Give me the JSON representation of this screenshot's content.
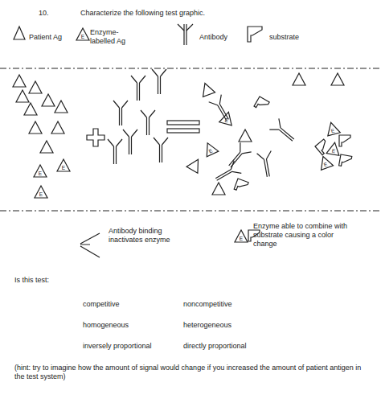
{
  "diagram": {
    "title": "Characterize the following test graphic.",
    "labels": [
      "10.",
      "E",
      "E",
      "E",
      "E",
      "E",
      "E",
      "E",
      "E",
      "E",
      "E",
      "Antibody binding inactivates enzyme",
      "Enzyme able to combine with substrate causing a color change",
      "Is this test:",
      "competitive",
      "noncompetitive",
      "homogeneous",
      "heterogeneous",
      "inversely proportional",
      "directly proportional",
      "(hint: try to imagine how the amount of signal would change if you increased the amount of patient antigen in the test system)"
    ],
    "legend": [
      {
        "text": "Patient Ag"
      },
      {
        "text": "Enzyme-labelled Ag"
      },
      {
        "text": "Antibody"
      },
      {
        "text": "substrate"
      }
    ]
  }
}
